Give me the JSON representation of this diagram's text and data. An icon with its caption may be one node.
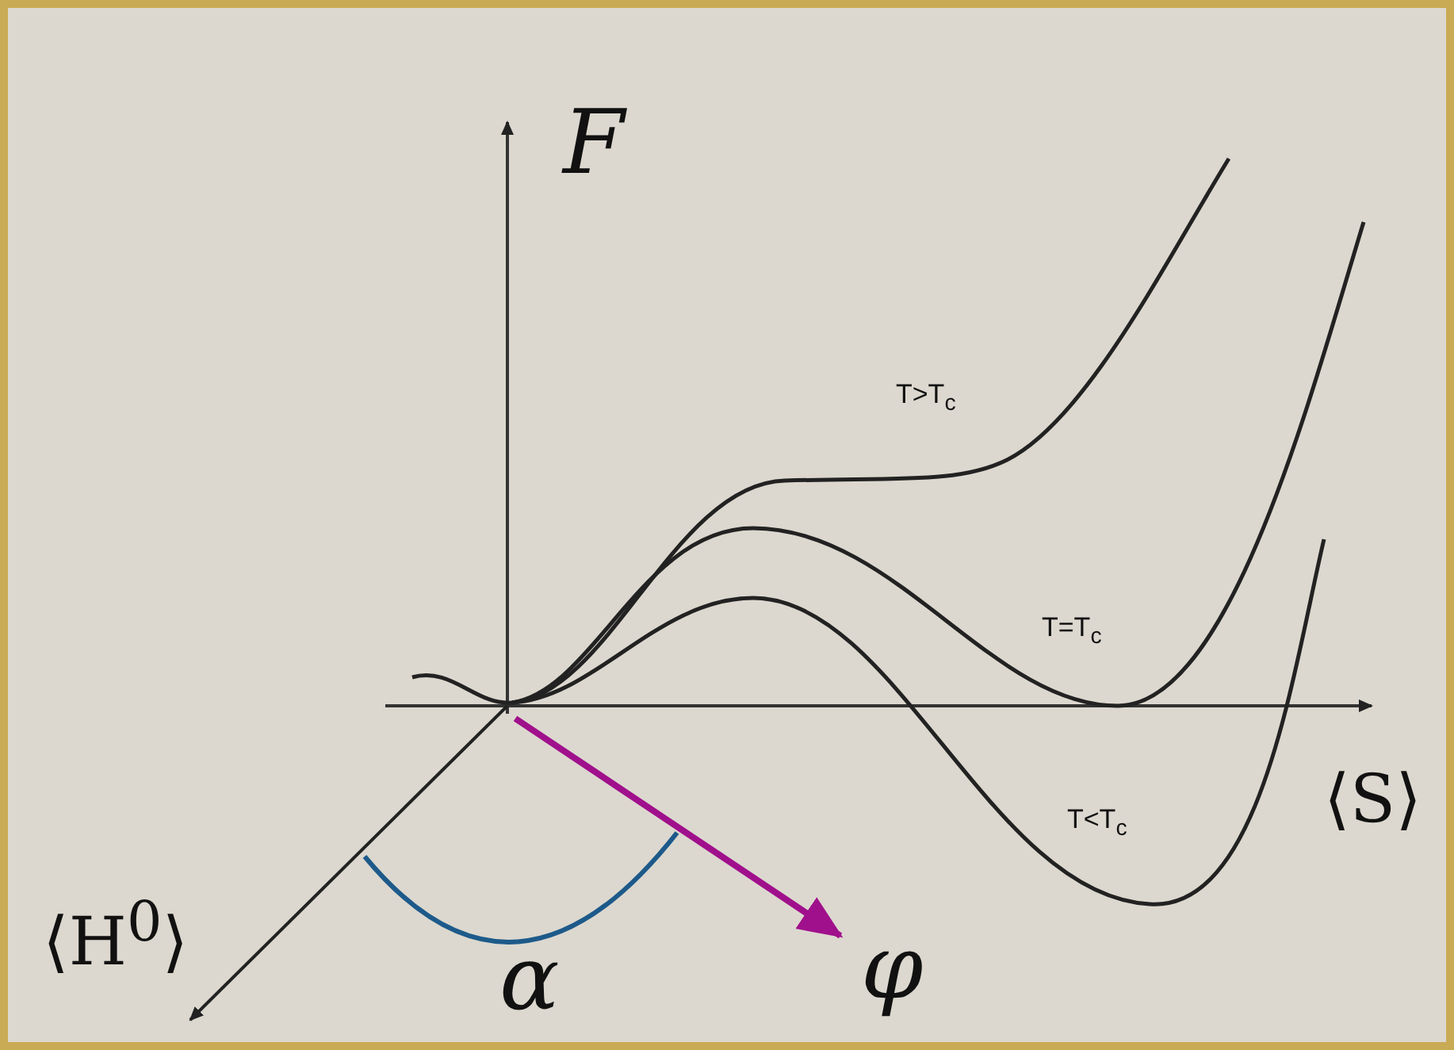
{
  "diagram": {
    "labels": [
      "F",
      "T>T$_{c}$",
      "T=T$_{c}$",
      "⟨S⟩",
      "T<T$_{c}$",
      "⟨H$^{0}$⟩",
      "α",
      "φ"
    ]
  }
}
